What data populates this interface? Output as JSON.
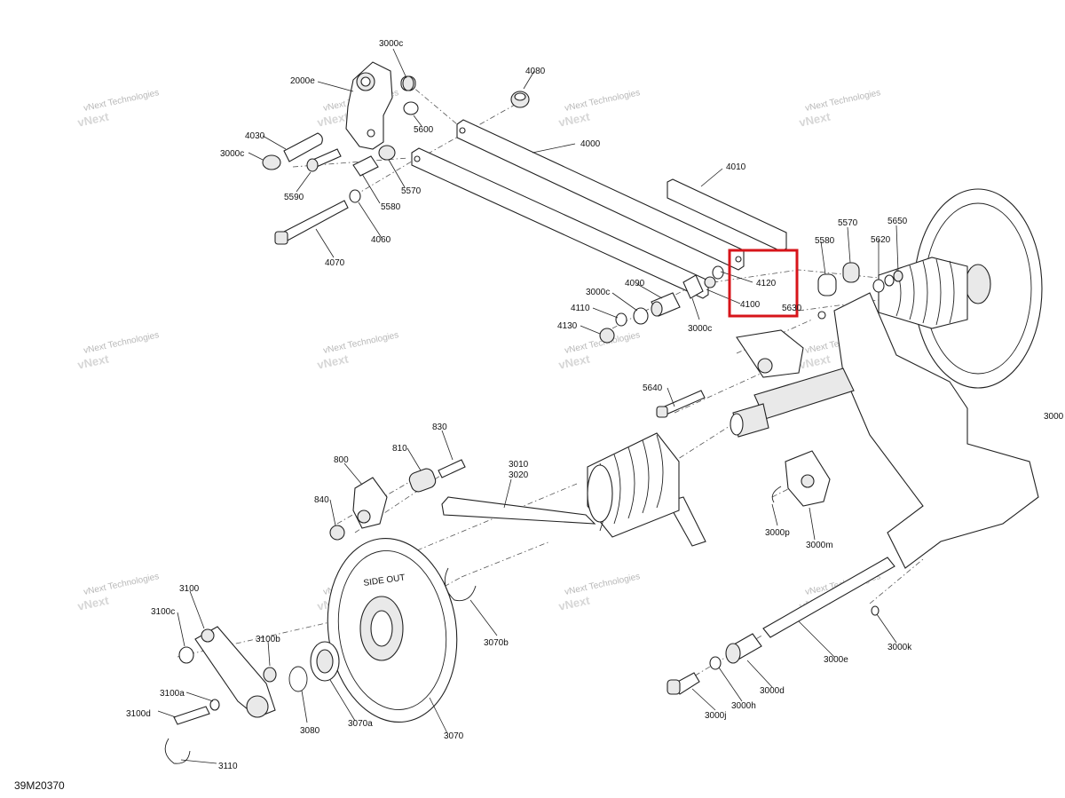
{
  "diagram": {
    "drawing_code": "39M20370",
    "highlighted_labels": [
      "4120",
      "4100"
    ],
    "watermarks": [
      {
        "line1": "vNext",
        "line2": "vNext Technologies"
      },
      {
        "line1": "vNext",
        "line2": "vNext Technologies"
      },
      {
        "line1": "vNext",
        "line2": "vNext Technologies"
      },
      {
        "line1": "vNext",
        "line2": "vNext Technologies"
      },
      {
        "line1": "vNext",
        "line2": "vNext Technologies"
      },
      {
        "line1": "vNext",
        "line2": "vNext Technologies"
      },
      {
        "line1": "vNext",
        "line2": "vNext Technologies"
      },
      {
        "line1": "vNext",
        "line2": "vNext Technologies"
      },
      {
        "line1": "vNext",
        "line2": "vNext Technologies"
      },
      {
        "line1": "vNext",
        "line2": "vNext Technologies"
      },
      {
        "line1": "vNext",
        "line2": "vNext Technologies"
      },
      {
        "line1": "vNext",
        "line2": "vNext Technologies"
      }
    ],
    "parts": [
      {
        "ref": "3000c"
      },
      {
        "ref": "2000e"
      },
      {
        "ref": "4080"
      },
      {
        "ref": "5600"
      },
      {
        "ref": "4030"
      },
      {
        "ref": "3000c"
      },
      {
        "ref": "4000"
      },
      {
        "ref": "5590"
      },
      {
        "ref": "5570"
      },
      {
        "ref": "5580"
      },
      {
        "ref": "4010"
      },
      {
        "ref": "4060"
      },
      {
        "ref": "4070"
      },
      {
        "ref": "5570"
      },
      {
        "ref": "5650"
      },
      {
        "ref": "5580"
      },
      {
        "ref": "5620"
      },
      {
        "ref": "4120"
      },
      {
        "ref": "4090"
      },
      {
        "ref": "3000c"
      },
      {
        "ref": "4100"
      },
      {
        "ref": "5630"
      },
      {
        "ref": "4110"
      },
      {
        "ref": "4130"
      },
      {
        "ref": "3000c"
      },
      {
        "ref": "5640"
      },
      {
        "ref": "3000"
      },
      {
        "ref": "830"
      },
      {
        "ref": "810"
      },
      {
        "ref": "3010"
      },
      {
        "ref": "3020"
      },
      {
        "ref": "800"
      },
      {
        "ref": "840"
      },
      {
        "ref": "3000p"
      },
      {
        "ref": "3000m"
      },
      {
        "ref": "3100"
      },
      {
        "ref": "3100c"
      },
      {
        "ref": "3100b"
      },
      {
        "ref": "3070b"
      },
      {
        "ref": "3000e"
      },
      {
        "ref": "3000k"
      },
      {
        "ref": "3100a"
      },
      {
        "ref": "3100d"
      },
      {
        "ref": "3080"
      },
      {
        "ref": "3070a"
      },
      {
        "ref": "3070"
      },
      {
        "ref": "3110"
      },
      {
        "ref": "3000d"
      },
      {
        "ref": "3000h"
      },
      {
        "ref": "3000j"
      }
    ],
    "wheel_text": "SIDE OUT"
  }
}
